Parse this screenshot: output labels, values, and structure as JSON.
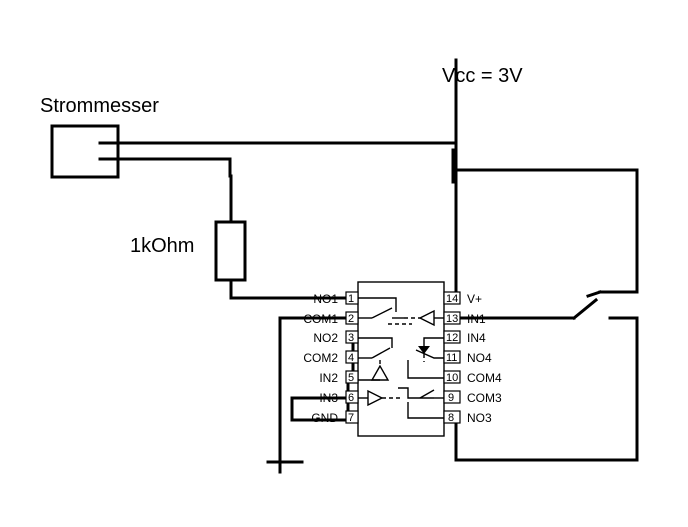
{
  "labels": {
    "vcc": "Vcc = 3V",
    "ammeter": "Strommesser",
    "resistor": "1kOhm"
  },
  "chip": {
    "left_pins": [
      {
        "num": "1",
        "name": "NO1"
      },
      {
        "num": "2",
        "name": "COM1"
      },
      {
        "num": "3",
        "name": "NO2"
      },
      {
        "num": "4",
        "name": "COM2"
      },
      {
        "num": "5",
        "name": "IN2"
      },
      {
        "num": "6",
        "name": "IN3"
      },
      {
        "num": "7",
        "name": "GND"
      }
    ],
    "right_pins": [
      {
        "num": "14",
        "name": "V+"
      },
      {
        "num": "13",
        "name": "IN1"
      },
      {
        "num": "12",
        "name": "IN4"
      },
      {
        "num": "11",
        "name": "NO4"
      },
      {
        "num": "10",
        "name": "COM4"
      },
      {
        "num": "9",
        "name": "COM3"
      },
      {
        "num": "8",
        "name": "NO3"
      }
    ]
  }
}
